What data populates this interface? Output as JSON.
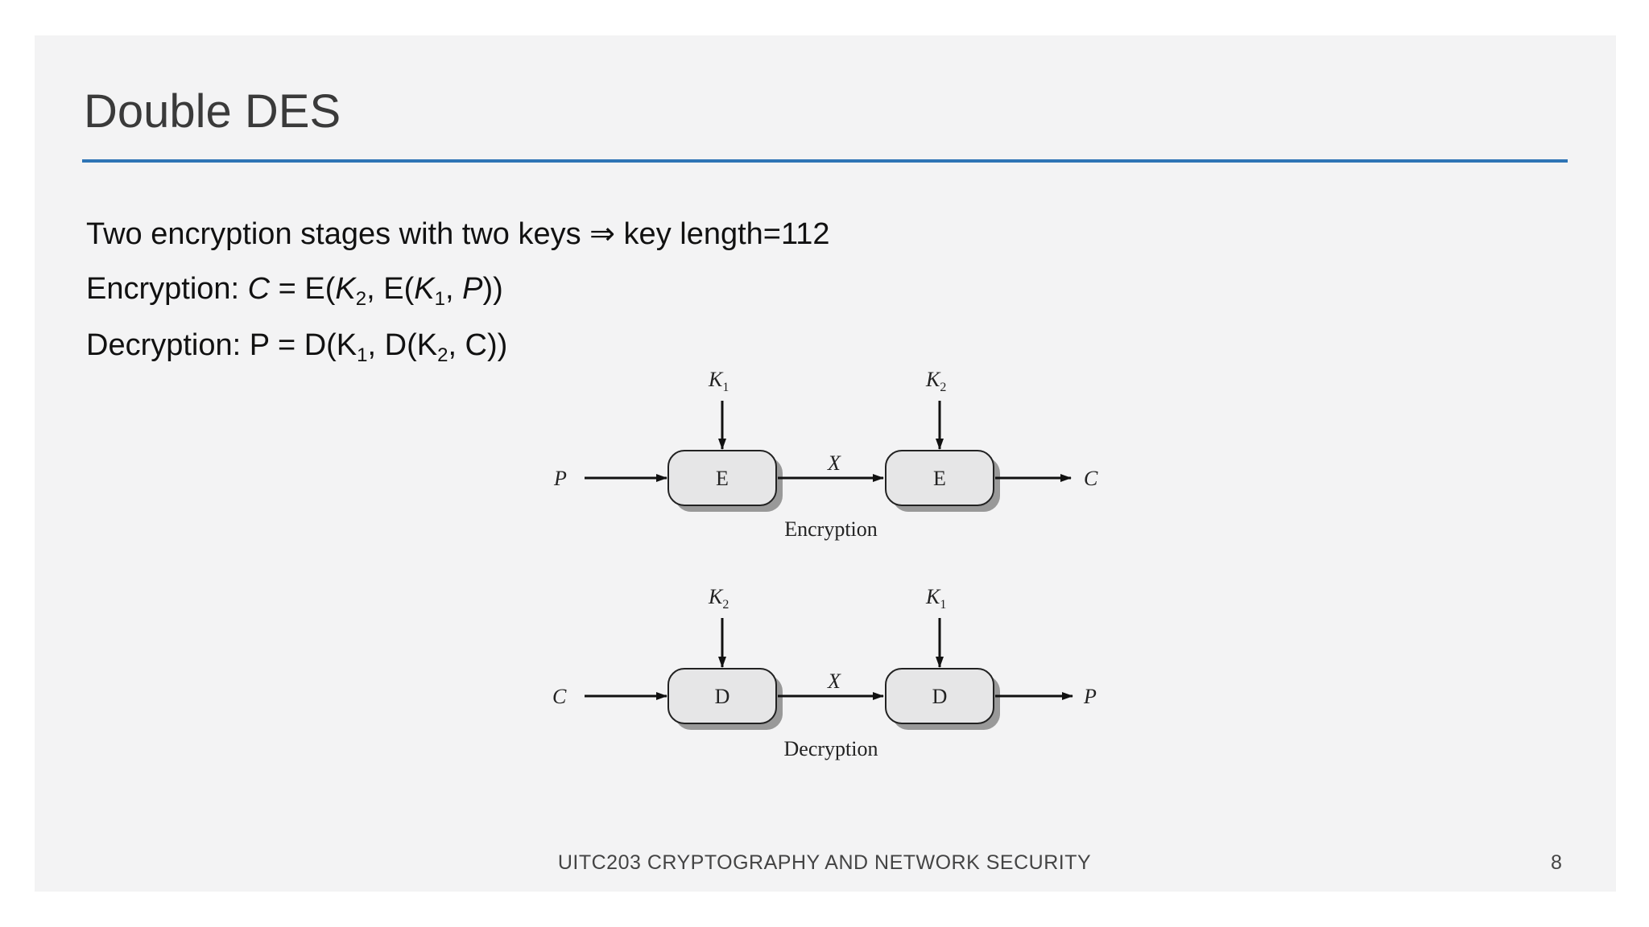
{
  "slide": {
    "title": "Double DES",
    "bullets": {
      "line1": "Two encryption stages with two keys ⇒ key length=112",
      "line2": {
        "prefix": "Encryption: ",
        "c": "C",
        "eq": " = E(",
        "k2": "K",
        "k2sub": "2",
        "mid": ", E(",
        "k1": "K",
        "k1sub": "1",
        "sep": ", ",
        "p": "P",
        "end": "))"
      },
      "line3": {
        "prefix": "Decryption: P = D(K",
        "k1sub": "1",
        "mid": ", D(K",
        "k2sub": "2",
        "end": ", C))"
      }
    },
    "diagram": {
      "encryption": {
        "input": "P",
        "box1": "E",
        "box2": "E",
        "intermediate": "X",
        "output": "C",
        "key1": "K",
        "key1_sub": "1",
        "key2": "K",
        "key2_sub": "2",
        "caption": "Encryption"
      },
      "decryption": {
        "input": "C",
        "box1": "D",
        "box2": "D",
        "intermediate": "X",
        "output": "P",
        "key1": "K",
        "key1_sub": "2",
        "key2": "K",
        "key2_sub": "1",
        "caption": "Decryption"
      }
    },
    "footer": "UITC203 CRYPTOGRAPHY AND NETWORK SECURITY",
    "page_number": "8"
  }
}
